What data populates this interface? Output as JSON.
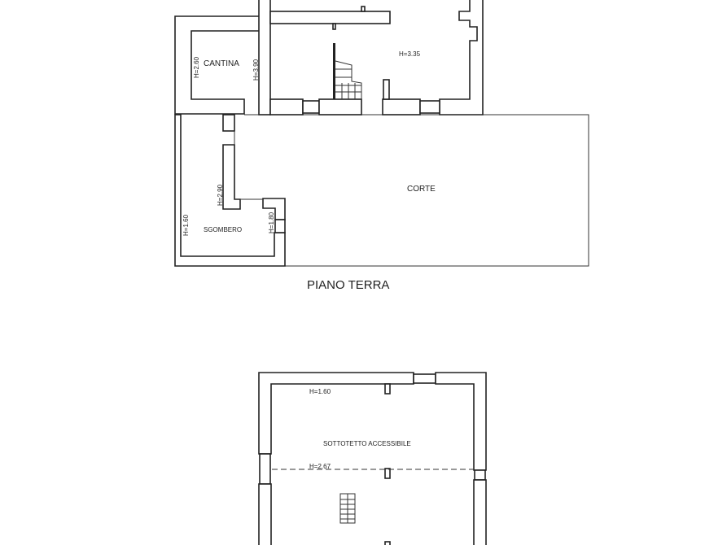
{
  "ground_floor": {
    "title": "PIANO TERRA",
    "rooms": {
      "cantina": {
        "name": "CANTINA",
        "heights": [
          "H=2.60",
          "H=3.90"
        ]
      },
      "main": {
        "height": "H=3.35"
      },
      "sgombero": {
        "name": "SGOMBERO",
        "heights": [
          "H=1.60",
          "H=2.90",
          "H=1.80"
        ]
      },
      "corte": {
        "name": "CORTE"
      }
    }
  },
  "upper_floor": {
    "room": {
      "name": "SOTTOTETTO ACCESSIBILE",
      "heights": [
        "H=1.60",
        "H=2.67"
      ]
    }
  }
}
